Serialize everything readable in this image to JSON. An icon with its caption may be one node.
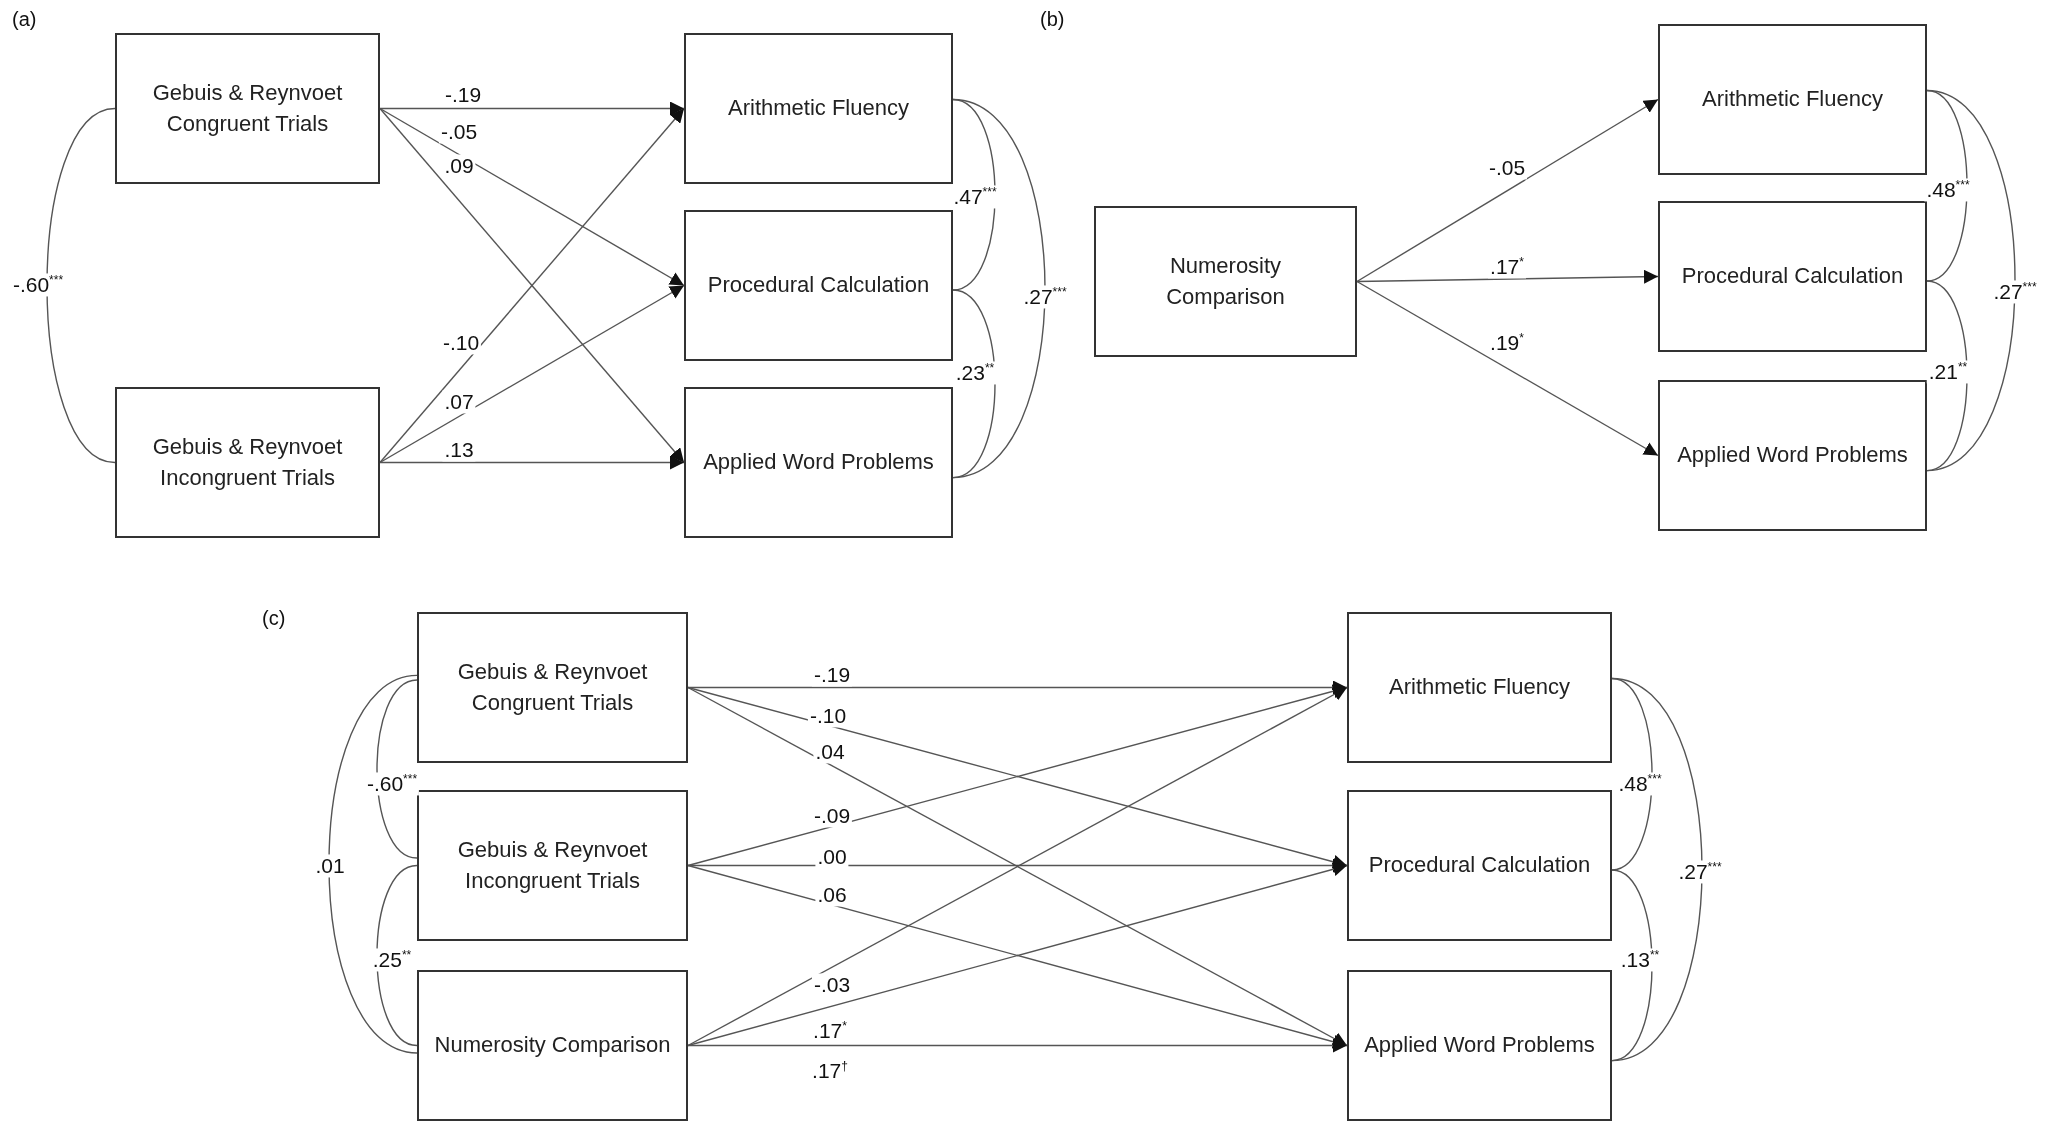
{
  "diagram": {
    "nodes": [
      {
        "text": [
          "Gebuis & Reynvoet Congruent Trials"
        ]
      },
      {
        "text": [
          "Gebuis & Reynvoet Incongruent Trials"
        ]
      },
      {
        "text": [
          "Arithmetic Fluency"
        ]
      },
      {
        "text": [
          "Procedural Calculation"
        ]
      },
      {
        "text": [
          "Applied Word Problems"
        ]
      },
      {
        "text": [
          "Numerosity Comparison"
        ]
      },
      {
        "text": [
          "Arithmetic Fluency"
        ]
      },
      {
        "text": [
          "Procedural Calculation"
        ]
      },
      {
        "text": [
          "Applied Word Problems"
        ]
      },
      {
        "text": [
          "Gebuis & Reynvoet Congruent Trials"
        ]
      },
      {
        "text": [
          "Gebuis & Reynvoet Incongruent Trials"
        ]
      },
      {
        "text": [
          "Numerosity Comparison"
        ]
      },
      {
        "text": [
          "Arithmetic Fluency"
        ]
      },
      {
        "text": [
          "Procedural Calculation"
        ]
      },
      {
        "text": [
          "Applied Word Problems"
        ]
      }
    ],
    "edges": [
      {
        "from": 0,
        "to": 2,
        "arrow": "to",
        "label": "-.19"
      },
      {
        "from": 0,
        "to": 3,
        "arrow": "to",
        "label": "-.05"
      },
      {
        "from": 0,
        "to": 4,
        "arrow": "to",
        "label": ".09"
      },
      {
        "from": 1,
        "to": 2,
        "arrow": "to",
        "label": "-.10"
      },
      {
        "from": 1,
        "to": 3,
        "arrow": "to",
        "label": ".07"
      },
      {
        "from": 1,
        "to": 4,
        "arrow": "to",
        "label": ".13"
      },
      {
        "from": 0,
        "to": 1,
        "arrow": "none",
        "label": "-.60$^{***}$"
      },
      {
        "from": 2,
        "to": 3,
        "arrow": "none",
        "label": ".47$^{***}$"
      },
      {
        "from": 3,
        "to": 4,
        "arrow": "none",
        "label": ".23$^{**}$"
      },
      {
        "from": 2,
        "to": 4,
        "arrow": "none",
        "label": ".27$^{***}$"
      },
      {
        "from": 5,
        "to": 6,
        "arrow": "to",
        "label": "-.05"
      },
      {
        "from": 5,
        "to": 7,
        "arrow": "to",
        "label": ".17$^{*}$"
      },
      {
        "from": 5,
        "to": 8,
        "arrow": "to",
        "label": ".19$^{*}$"
      },
      {
        "from": 6,
        "to": 7,
        "arrow": "none",
        "label": ".48$^{***}$"
      },
      {
        "from": 7,
        "to": 8,
        "arrow": "none",
        "label": ".21$^{**}$"
      },
      {
        "from": 6,
        "to": 8,
        "arrow": "none",
        "label": ".27$^{***}$"
      },
      {
        "from": 9,
        "to": 12,
        "arrow": "to",
        "label": "-.19"
      },
      {
        "from": 9,
        "to": 13,
        "arrow": "to",
        "label": "-.10"
      },
      {
        "from": 9,
        "to": 14,
        "arrow": "to",
        "label": ".04"
      },
      {
        "from": 10,
        "to": 12,
        "arrow": "to",
        "label": "-.09"
      },
      {
        "from": 10,
        "to": 13,
        "arrow": "to",
        "label": ".00"
      },
      {
        "from": 10,
        "to": 14,
        "arrow": "to",
        "label": ".06"
      },
      {
        "from": 11,
        "to": 12,
        "arrow": "to",
        "label": "-.03"
      },
      {
        "from": 11,
        "to": 13,
        "arrow": "to",
        "label": ".17$^{*}$"
      },
      {
        "from": 11,
        "to": 14,
        "arrow": "to",
        "label": ".17$^{†}$"
      },
      {
        "from": 9,
        "to": 10,
        "arrow": "none",
        "label": "-.60$^{***}$"
      },
      {
        "from": 10,
        "to": 11,
        "arrow": "none",
        "label": ".25$^{**}$"
      },
      {
        "from": 9,
        "to": 11,
        "arrow": "none",
        "label": ".01"
      },
      {
        "from": 12,
        "to": 13,
        "arrow": "none",
        "label": ".48$^{***}$"
      },
      {
        "from": 13,
        "to": 14,
        "arrow": "none",
        "label": ".13$^{**}$"
      },
      {
        "from": 12,
        "to": 14,
        "arrow": "none",
        "label": ".27$^{***}$"
      }
    ],
    "labels": [
      "(a)",
      "(b)",
      "(c)"
    ]
  }
}
